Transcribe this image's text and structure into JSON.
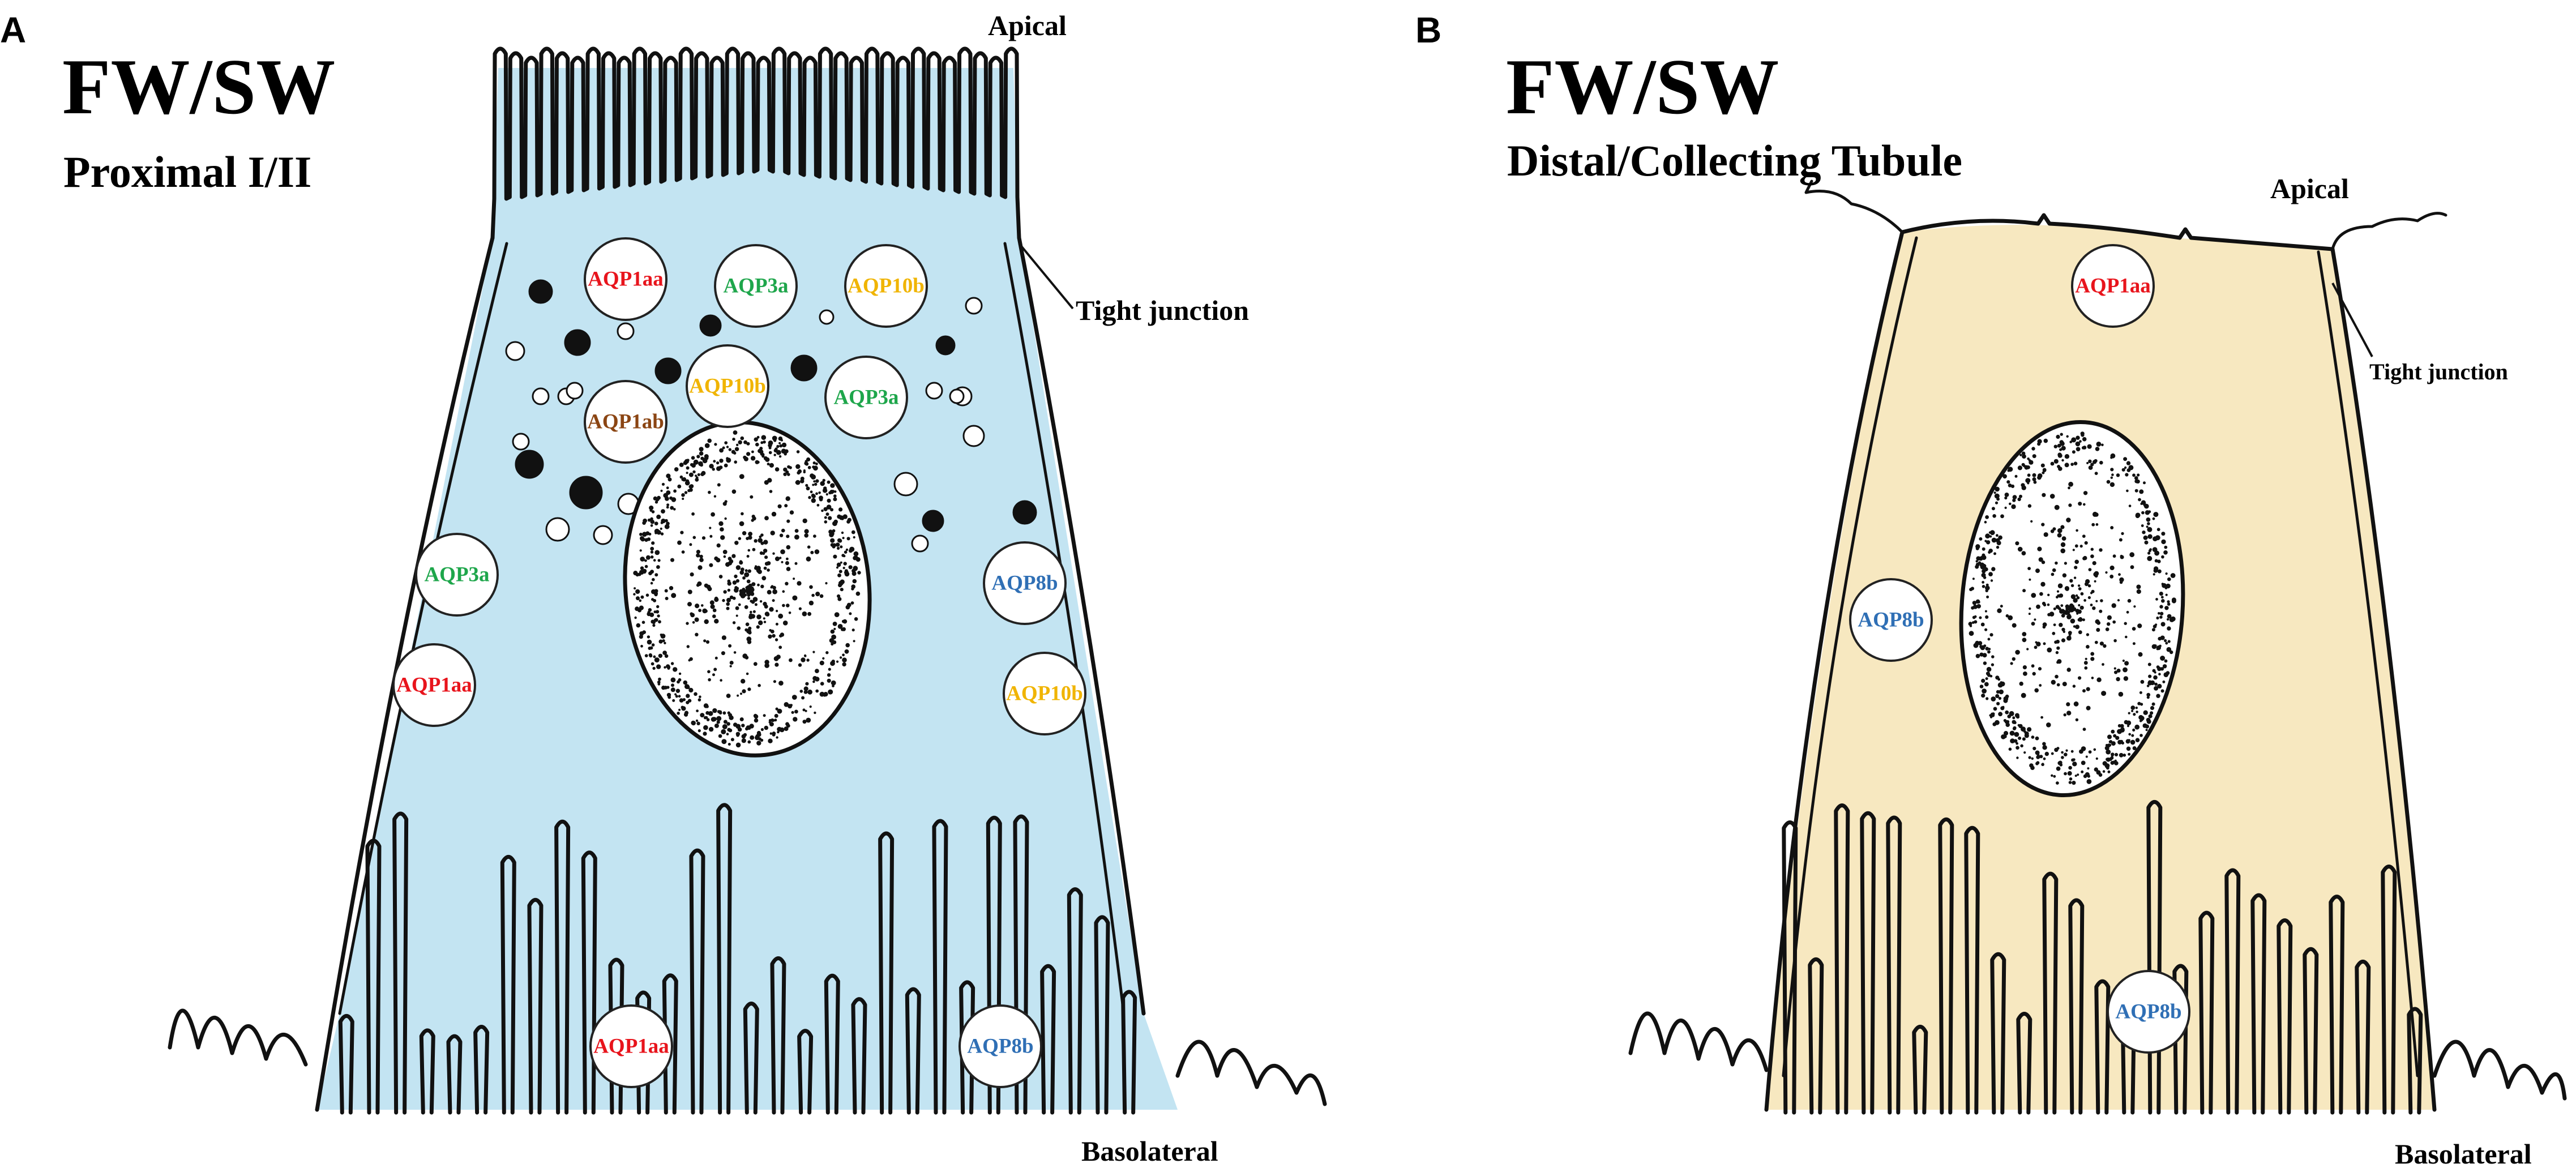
{
  "panelA": {
    "letter": "A",
    "title": "FW/SW",
    "subtitle": "Proximal I/II",
    "apical": "Apical",
    "basolateral": "Basolateral",
    "tight_junction": "Tight junction",
    "cell_color": "#c3e4f2",
    "aqps": [
      {
        "label": "AQP1aa",
        "color": "#e8141c"
      },
      {
        "label": "AQP3a",
        "color": "#1ea64b"
      },
      {
        "label": "AQP10b",
        "color": "#f0b400"
      },
      {
        "label": "AQP1ab",
        "color": "#8b4513"
      },
      {
        "label": "AQP10b",
        "color": "#f0b400"
      },
      {
        "label": "AQP3a",
        "color": "#1ea64b"
      },
      {
        "label": "AQP3a",
        "color": "#1ea64b"
      },
      {
        "label": "AQP8b",
        "color": "#2f6fb5"
      },
      {
        "label": "AQP1aa",
        "color": "#e8141c"
      },
      {
        "label": "AQP10b",
        "color": "#f0b400"
      },
      {
        "label": "AQP1aa",
        "color": "#e8141c"
      },
      {
        "label": "AQP8b",
        "color": "#2f6fb5"
      }
    ]
  },
  "panelB": {
    "letter": "B",
    "title": "FW/SW",
    "subtitle": "Distal/Collecting Tubule",
    "apical": "Apical",
    "basolateral": "Basolateral",
    "tight_junction": "Tight junction",
    "cell_color": "#f7e8c0",
    "aqps": [
      {
        "label": "AQP1aa",
        "color": "#e8141c"
      },
      {
        "label": "AQP8b",
        "color": "#2f6fb5"
      },
      {
        "label": "AQP8b",
        "color": "#2f6fb5"
      }
    ]
  }
}
